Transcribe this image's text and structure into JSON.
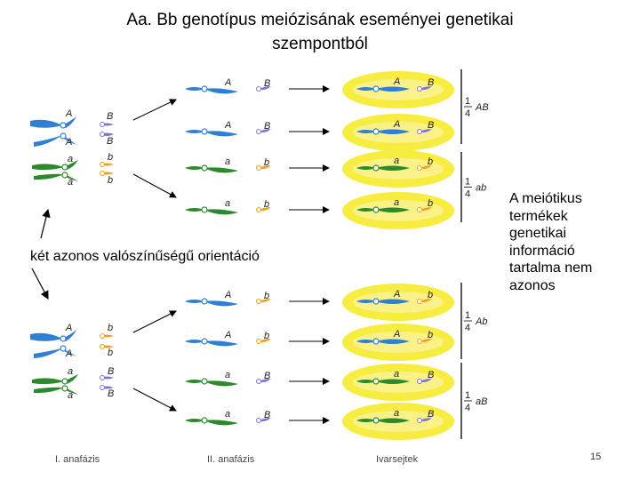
{
  "title": {
    "line1": "Aa. Bb genotípus meiózisának eseményei genetikai",
    "line2": "szempontból"
  },
  "notes": {
    "left": "két azonos valószínűségű orientáció",
    "right_lines": [
      "A meiótikus",
      "termékek",
      "genetikai",
      "információ",
      "tartalma nem",
      "azonos"
    ]
  },
  "footer": {
    "stage1": "I. anafázis",
    "stage2": "II. anafázis",
    "stage3": "Ivarsejtek"
  },
  "page_number": "15",
  "colors": {
    "blue_chromosome": "#2f7fd4",
    "green_chromosome": "#2c8a2c",
    "purple_chromosome": "#7e73d6",
    "orange_chromosome": "#f0a020",
    "gamete_fill": "#f7ec40",
    "arrow": "#000000"
  },
  "labels": {
    "A": "A",
    "a": "a",
    "B": "B",
    "b": "b",
    "quarter_num": "1",
    "quarter_den": "4",
    "AB": "AB",
    "ab": "ab",
    "Ab": "Ab",
    "aB": "aB"
  }
}
